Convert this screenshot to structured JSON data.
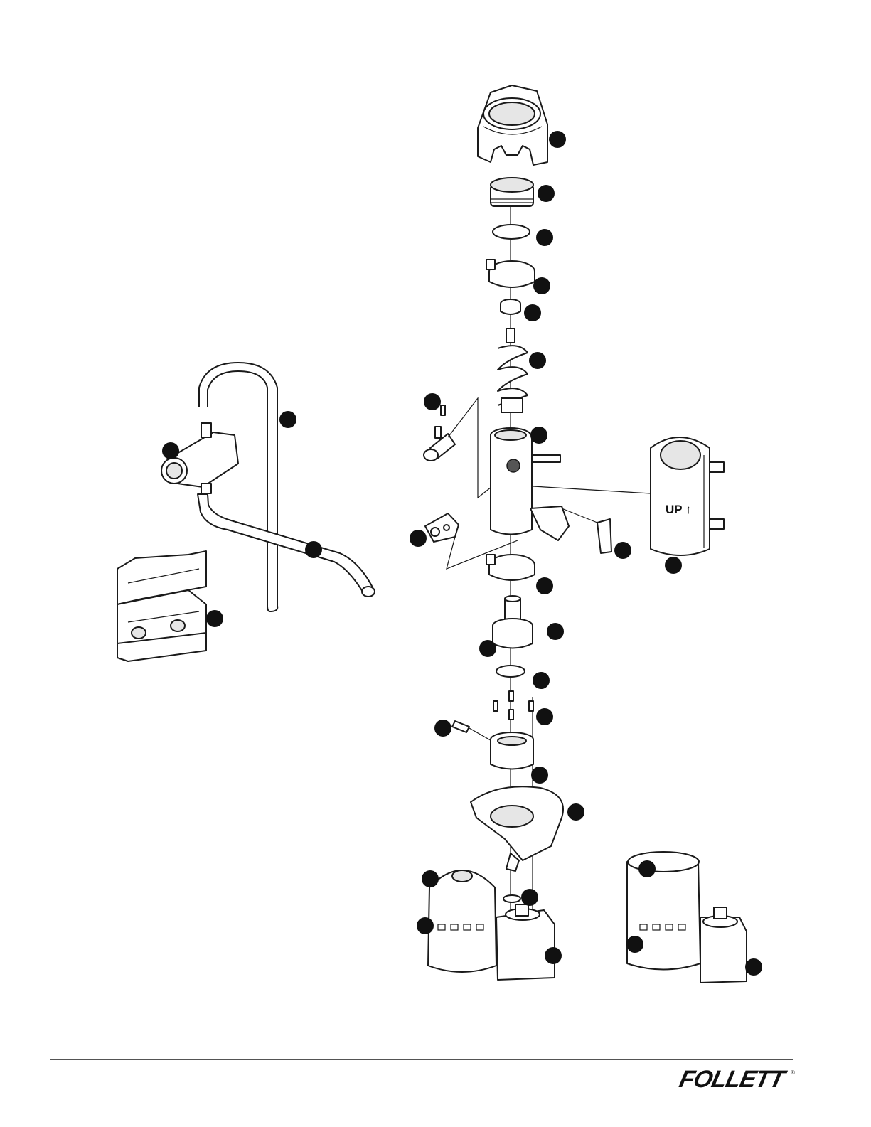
{
  "housing_label": "UP ↑",
  "brand": {
    "logo_text": "FOLLETT",
    "registered_mark": "®"
  },
  "callouts": [
    {
      "name": "callout-top-cap"
    },
    {
      "name": "callout-cap-insert"
    },
    {
      "name": "callout-o-ring-top"
    },
    {
      "name": "callout-clamp-top"
    },
    {
      "name": "callout-bushing"
    },
    {
      "name": "callout-auger"
    },
    {
      "name": "callout-screw-left"
    },
    {
      "name": "callout-evaporator"
    },
    {
      "name": "callout-nozzle"
    },
    {
      "name": "callout-tube-u"
    },
    {
      "name": "callout-bracket"
    },
    {
      "name": "callout-tube-angled"
    },
    {
      "name": "callout-insulation-halves"
    },
    {
      "name": "callout-sensor"
    },
    {
      "name": "callout-housing"
    },
    {
      "name": "callout-clamp-bottom"
    },
    {
      "name": "callout-bearing-upper"
    },
    {
      "name": "callout-bearing-lower"
    },
    {
      "name": "callout-o-ring-bottom"
    },
    {
      "name": "callout-bolts"
    },
    {
      "name": "callout-side-screw"
    },
    {
      "name": "callout-adapter"
    },
    {
      "name": "callout-drip-pan"
    },
    {
      "name": "callout-washer"
    },
    {
      "name": "callout-motor-cover-left"
    },
    {
      "name": "callout-motor-left"
    },
    {
      "name": "callout-gearbox-left"
    },
    {
      "name": "callout-motor-cover-right"
    },
    {
      "name": "callout-motor-right"
    },
    {
      "name": "callout-gearbox-right"
    }
  ]
}
